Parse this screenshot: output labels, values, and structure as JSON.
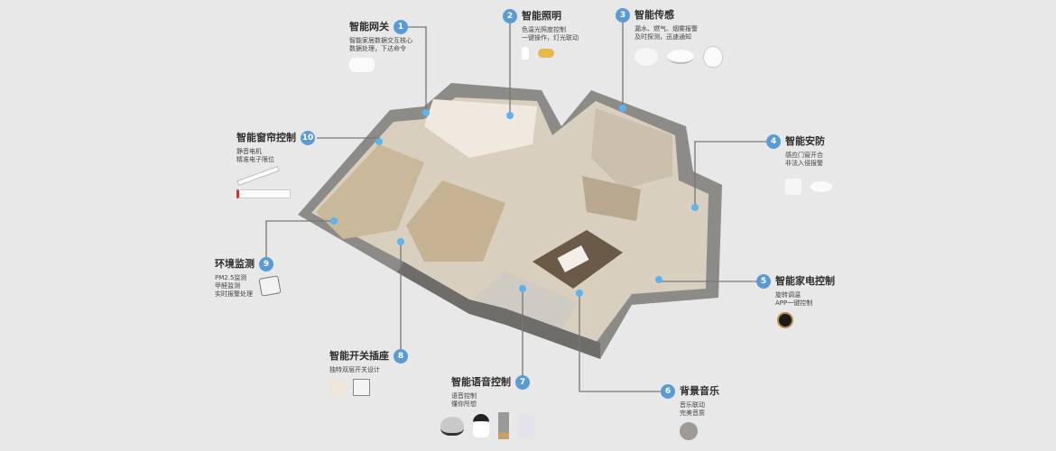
{
  "accent_color": "#5b9bd5",
  "features": [
    {
      "num": "1",
      "title": "智能网关",
      "desc": [
        "智能家居数据交互核心",
        "数据处理，下达命令"
      ]
    },
    {
      "num": "2",
      "title": "智能照明",
      "desc": [
        "色温光照度控制",
        "一键操作，灯光联动"
      ]
    },
    {
      "num": "3",
      "title": "智能传感",
      "desc": [
        "漏水、燃气、烟雾报警",
        "及时探测，迅速通知"
      ]
    },
    {
      "num": "4",
      "title": "智能安防",
      "desc": [
        "感应门窗开合",
        "非法入侵报警"
      ]
    },
    {
      "num": "5",
      "title": "智能家电控制",
      "desc": [
        "旋转调温",
        "APP一键控制"
      ]
    },
    {
      "num": "6",
      "title": "背景音乐",
      "desc": [
        "音乐联动",
        "完美音质"
      ]
    },
    {
      "num": "7",
      "title": "智能语音控制",
      "desc": [
        "语音控制",
        "懂你所想"
      ]
    },
    {
      "num": "8",
      "title": "智能开关插座",
      "desc": [
        "独特双层开关设计"
      ]
    },
    {
      "num": "9",
      "title": "环境监测",
      "desc": [
        "PM2.5监测",
        "甲醛监测",
        "实时报警处理"
      ]
    },
    {
      "num": "10",
      "title": "智能窗帘控制",
      "desc": [
        "静音电机",
        "精准电子限位"
      ]
    }
  ]
}
